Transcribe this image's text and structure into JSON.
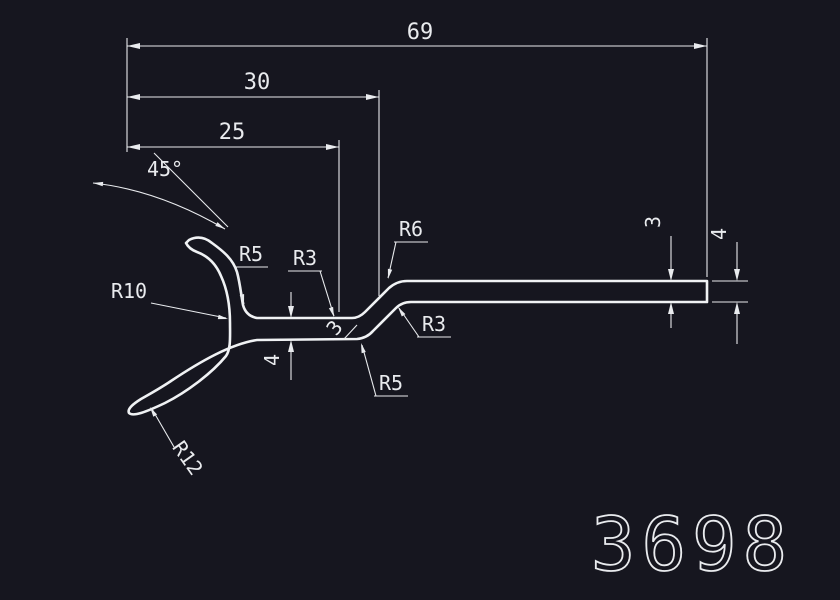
{
  "canvas": {
    "background_color": "#16161f",
    "line_color": "#e9ebee"
  },
  "labels": {
    "dim69": "69",
    "dim30": "30",
    "dim25": "25",
    "angle45": "45°",
    "r5_upper": "R5",
    "r3_upper": "R3",
    "r6": "R6",
    "r3_lower": "R3",
    "r5_lower": "R5",
    "r10": "R10",
    "r12": "R12",
    "web_thickness_4": "4",
    "step_thickness_3": "3",
    "bar_thickness_3": "3",
    "bar_height_4": "4"
  },
  "part_number": "3698"
}
